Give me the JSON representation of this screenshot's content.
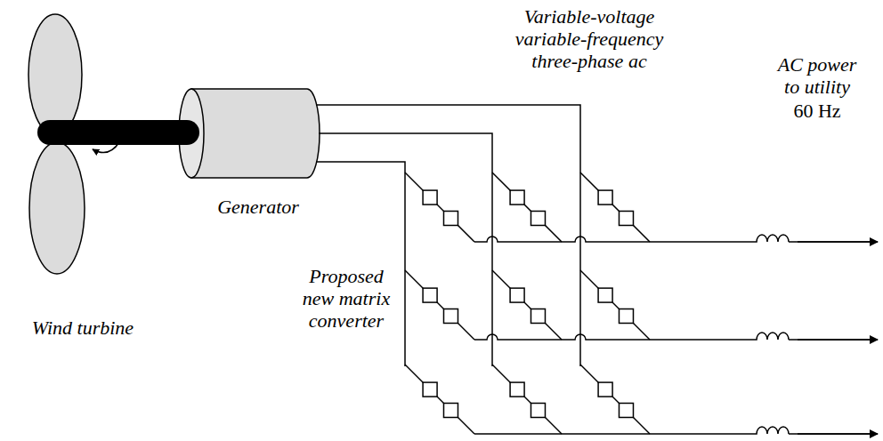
{
  "diagram": {
    "labels": [
      "Variable-voltage variable-frequency three-phase ac",
      "AC power to utility",
      "60 Hz",
      "Generator",
      "Wind turbine",
      "Proposed new matrix converter"
    ]
  }
}
